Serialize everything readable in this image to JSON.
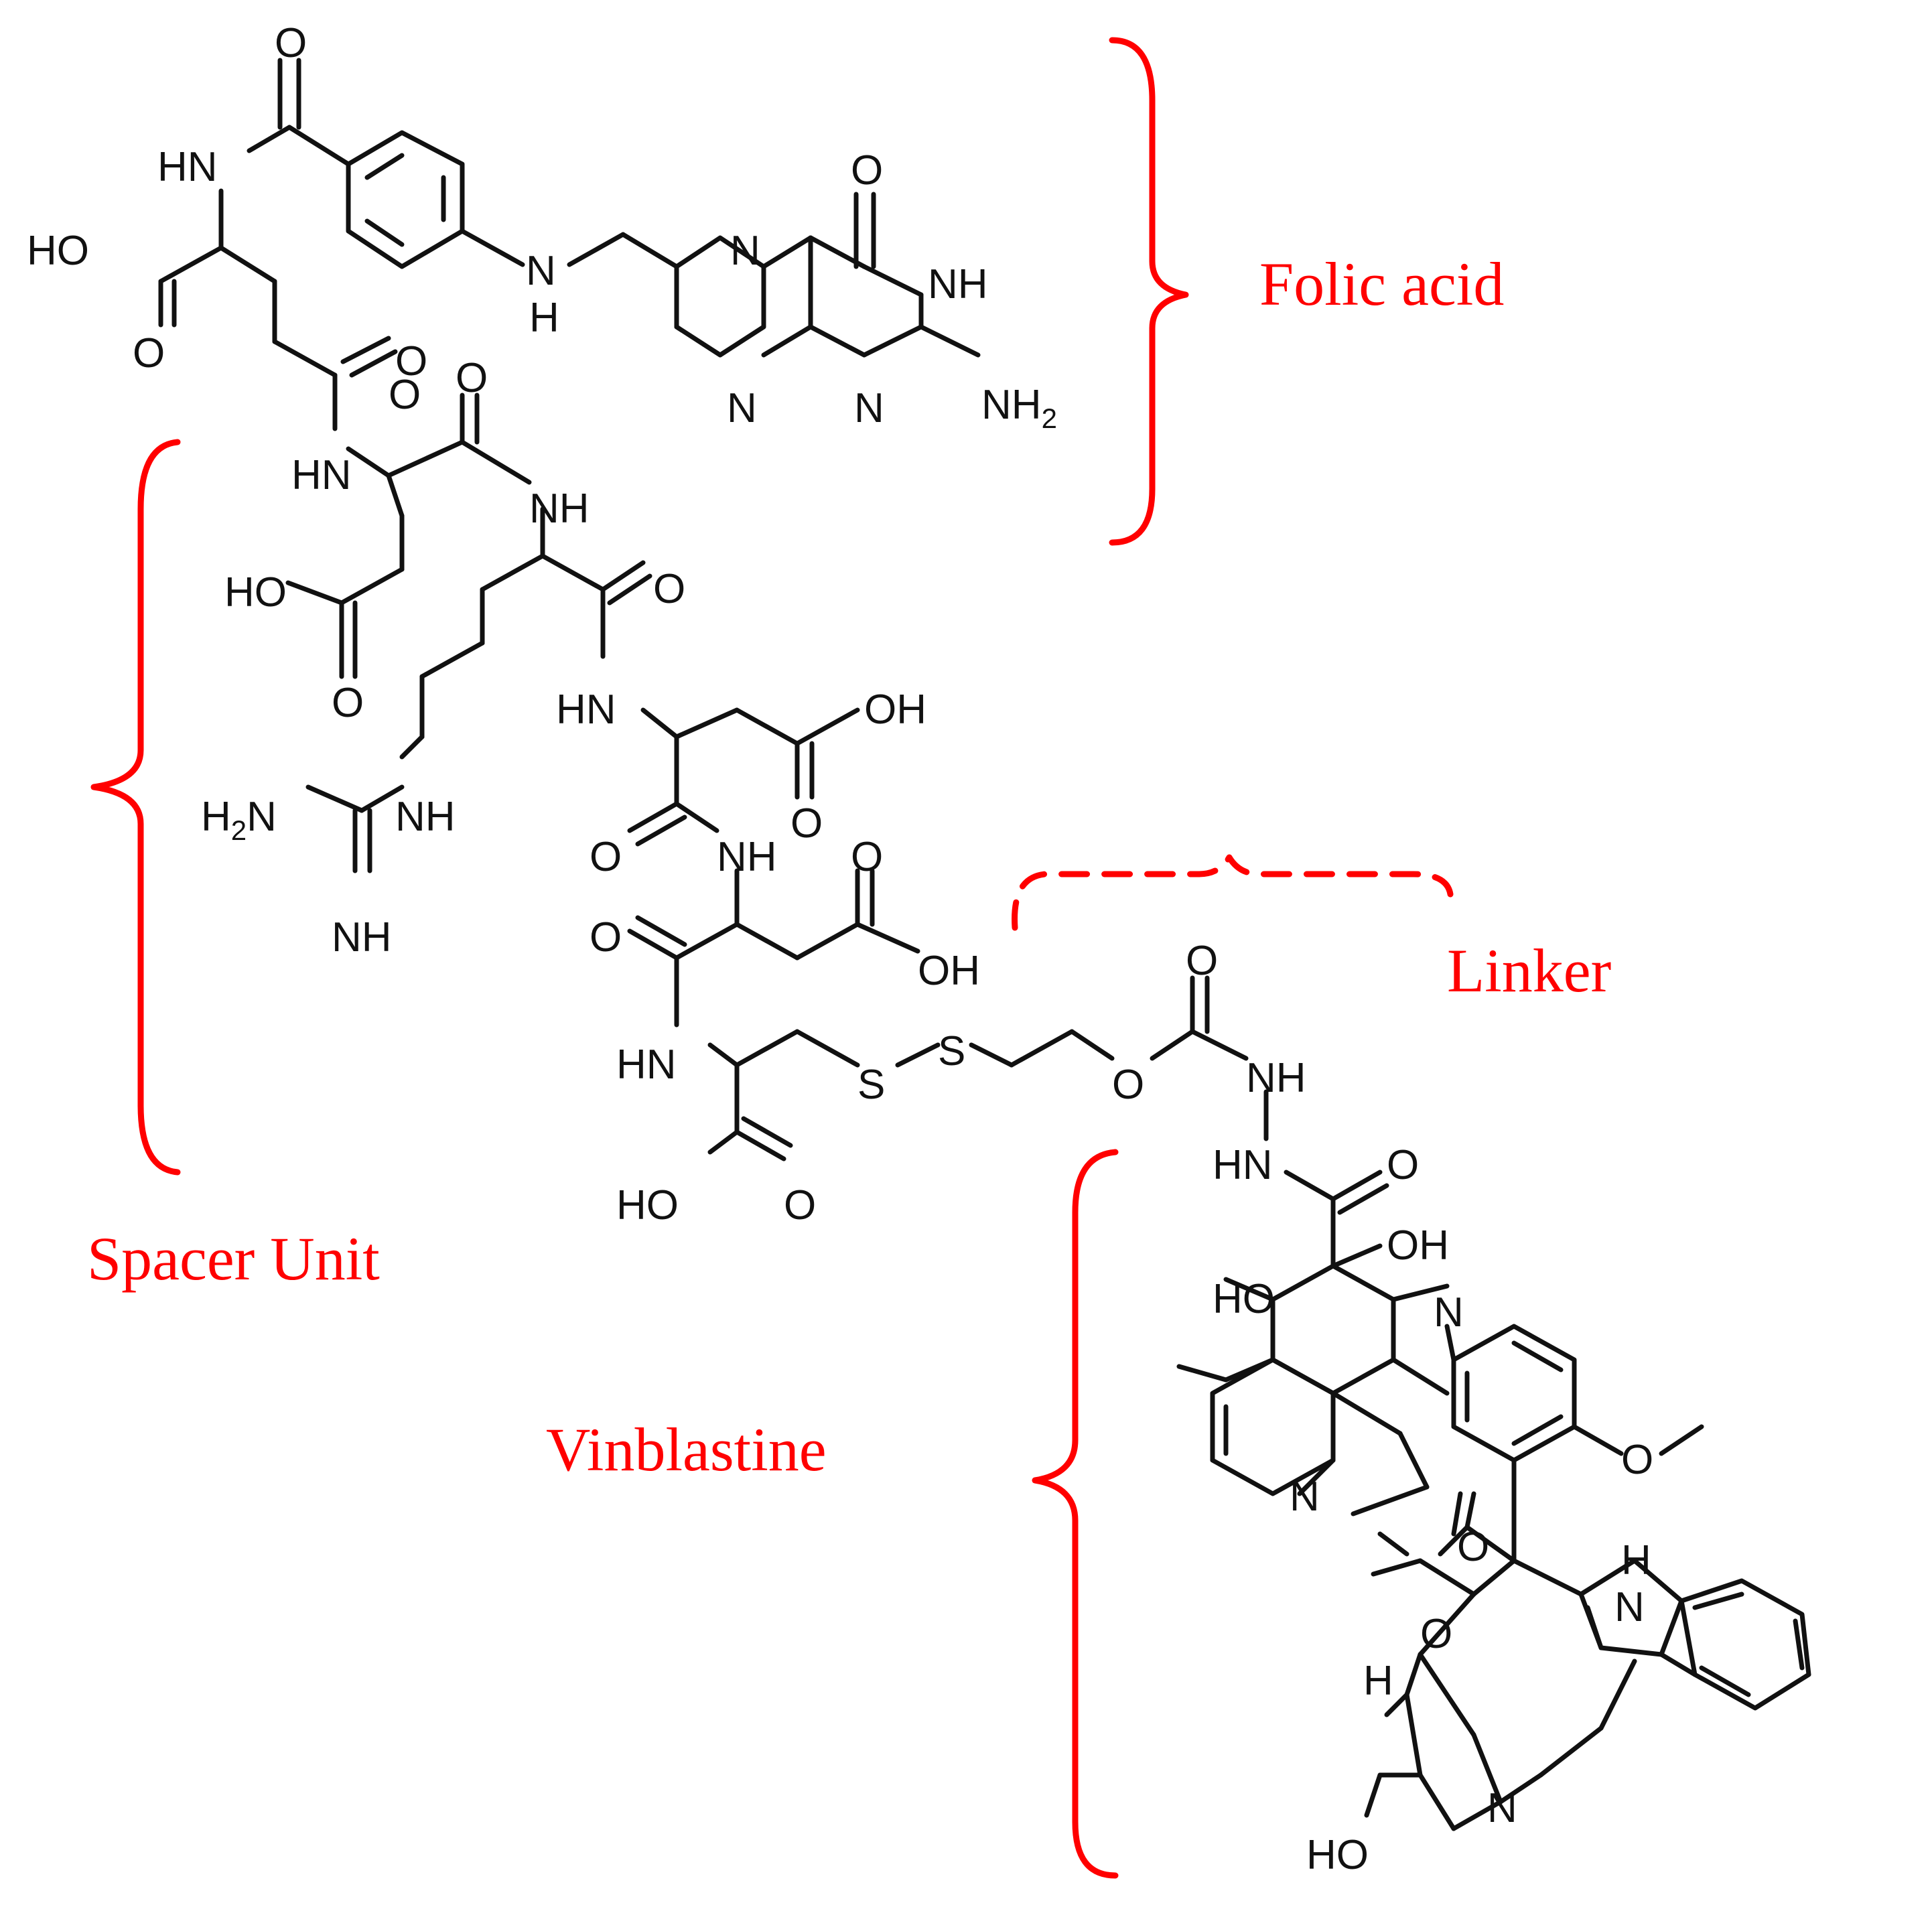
{
  "figure": {
    "labels": {
      "folic_acid": "Folic acid",
      "spacer_unit": "Spacer Unit",
      "linker": "Linker",
      "vinblastine": "Vinblastine"
    },
    "colors": {
      "bond": "#111111",
      "annotation": "#ff0000"
    }
  },
  "atoms": {
    "O": "O",
    "N": "N",
    "S": "S",
    "H": "H",
    "HN": "HN",
    "NH": "NH",
    "HO": "HO",
    "OH": "OH",
    "NH2_main": "NH",
    "H2N_main": "H",
    "sub2": "2",
    "N_main": "N"
  }
}
